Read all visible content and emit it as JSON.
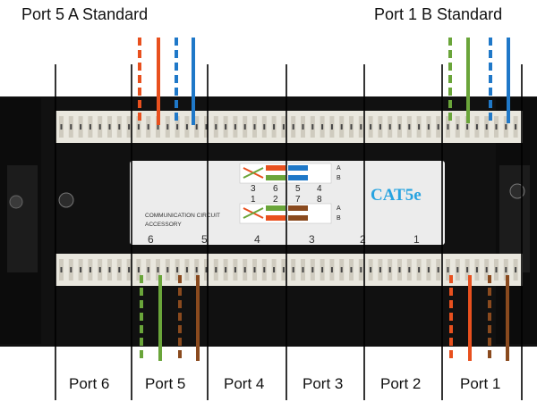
{
  "headers": {
    "left": "Port 5  A Standard",
    "right": "Port 1  B Standard"
  },
  "panel": {
    "label_line1": "COMMUNICATION CIRCUIT",
    "label_line2": "ACCESSORY",
    "category": "CAT5e",
    "pin_top": [
      "3",
      "6",
      "5",
      "4"
    ],
    "pin_bottom": [
      "1",
      "2",
      "7",
      "8"
    ],
    "pair_tags_top": [
      "A",
      "B"
    ],
    "pair_tags_bottom": [
      "A",
      "B"
    ],
    "port_numbers": [
      "6",
      "5",
      "4",
      "3",
      "2",
      "1"
    ]
  },
  "bottom_ports": [
    "Port 6",
    "Port 5",
    "Port 4",
    "Port 3",
    "Port 2",
    "Port 1"
  ],
  "wire_colors": {
    "orange": "#e8501e",
    "blue": "#1f78c8",
    "green": "#6aa53a",
    "brown": "#8a4a1e",
    "panel_black": "#111111",
    "idc_white": "#f1efe8",
    "category_color": "#27a3e0"
  }
}
